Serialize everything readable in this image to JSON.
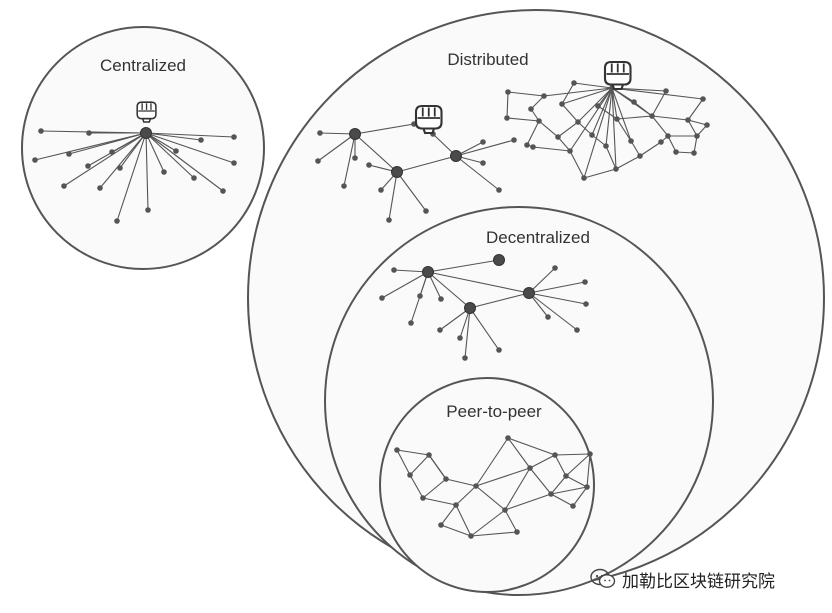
{
  "labels": {
    "centralized": "Centralized",
    "distributed": "Distributed",
    "decentralized": "Decentralized",
    "peer_to_peer": "Peer-to-peer"
  },
  "watermark": {
    "text": "加勒比区块链研究院",
    "icon": "wechat-icon"
  },
  "icons": {
    "hub": "fist-icon"
  },
  "colors": {
    "stroke": "#555555",
    "node": "#555555",
    "background": "#fafafa"
  }
}
